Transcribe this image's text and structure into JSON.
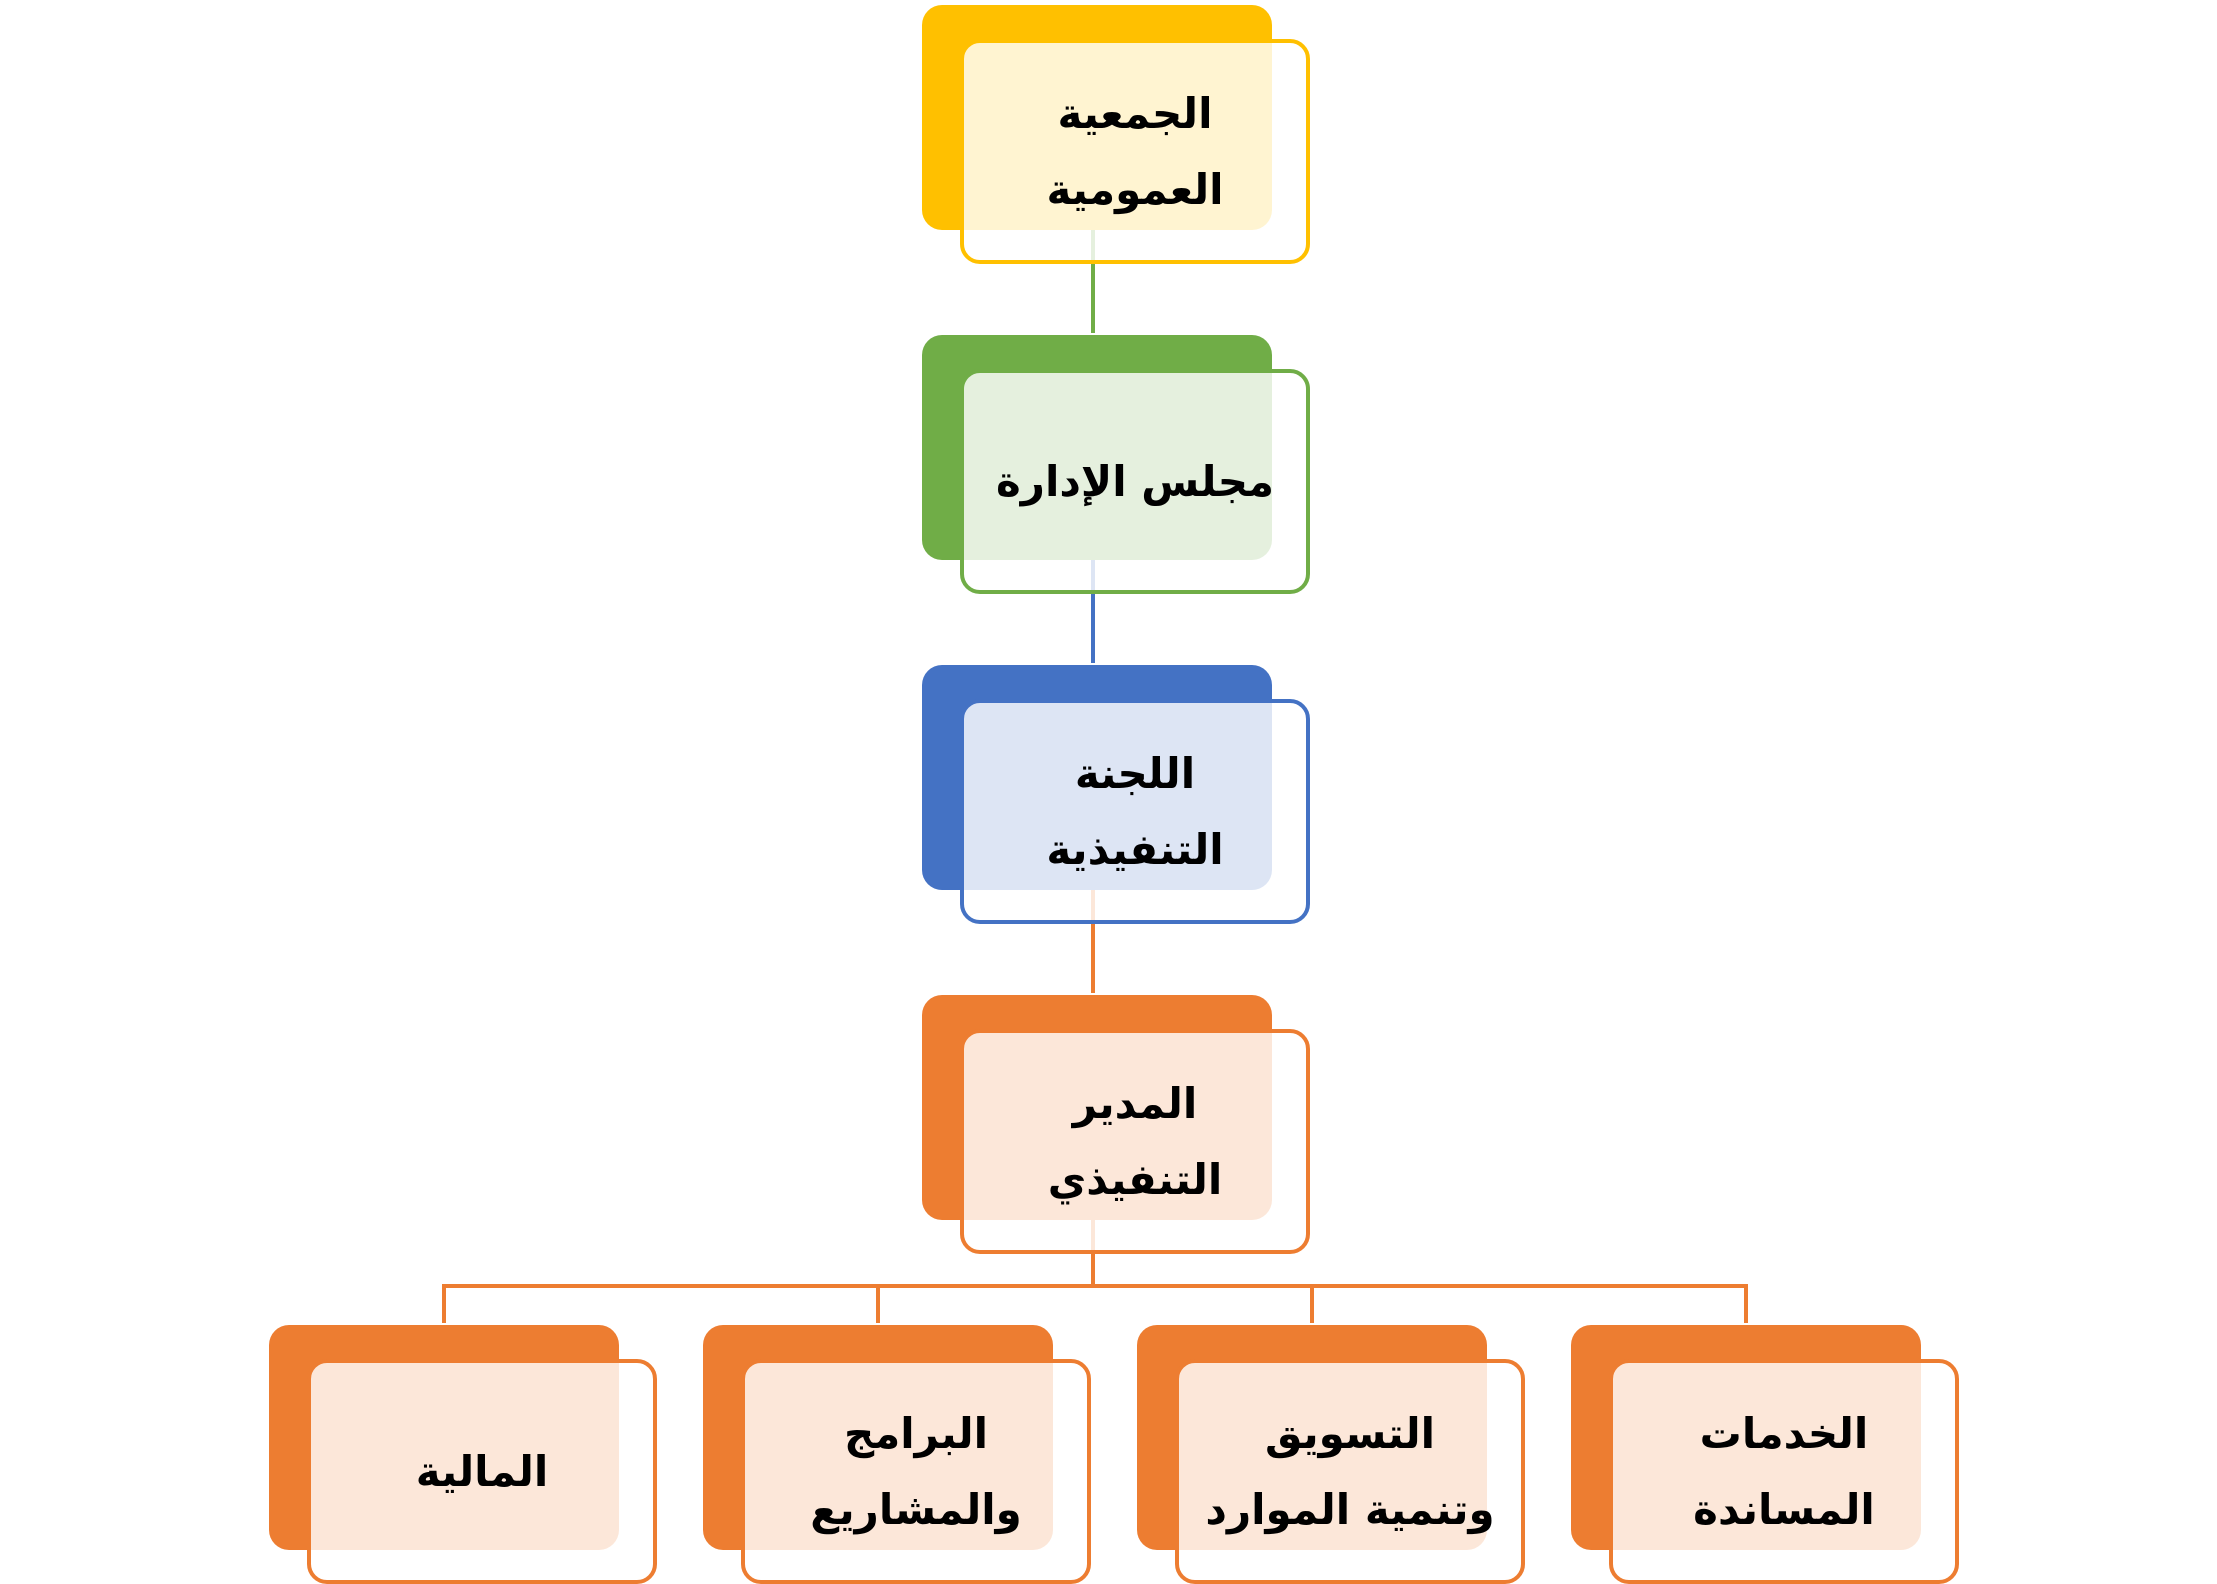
{
  "colors": {
    "yellow": "#FFC000",
    "green": "#70AD47",
    "blue": "#4472C4",
    "orange": "#ED7D31"
  },
  "chart": {
    "general_assembly": "الجمعية\nالعمومية",
    "board": "مجلس الإدارة",
    "executive_committee": "اللجنة\nالتنفيذية",
    "executive_director": "المدير\nالتنفيذي",
    "departments": [
      "الخدمات\nالمساندة",
      "التسويق\nوتنمية الموارد",
      "البرامج\nوالمشاريع",
      "المالية"
    ]
  }
}
